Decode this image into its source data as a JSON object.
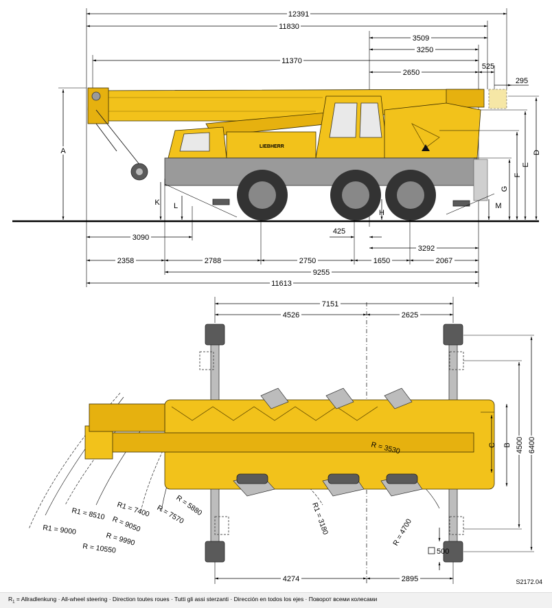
{
  "side_view": {
    "top_dims": [
      "12391",
      "11830",
      "3509",
      "3250",
      "11370",
      "2650",
      "525",
      "295"
    ],
    "vertical_labels": [
      "A",
      "K",
      "L",
      "H",
      "G",
      "F",
      "E",
      "D",
      "M"
    ],
    "bottom_dims": {
      "d3090": "3090",
      "d425": "425",
      "d3292": "3292",
      "d2358": "2358",
      "d2788": "2788",
      "d2750": "2750",
      "d1650": "1650",
      "d2067": "2067",
      "d9255": "9255",
      "d11613": "11613"
    },
    "brand_text": "LIEBHERR"
  },
  "top_view": {
    "dims": {
      "d7151": "7151",
      "d4526": "4526",
      "d2625": "2625",
      "d4274": "4274",
      "d2895": "2895"
    },
    "vertical_labels": {
      "C": "C",
      "B": "B",
      "d4500": "4500",
      "d6400": "6400"
    },
    "radii": {
      "r3530": "R = 3530",
      "r3180": "R1 = 3180",
      "r4700": "R = 4700",
      "r7400": "R1 = 7400",
      "r5880": "R = 5880",
      "r7570": "R = 7570",
      "r8510": "R1 = 8510",
      "r9050": "R = 9050",
      "r9000": "R1 = 9000",
      "r9990": "R = 9990",
      "r10550": "R = 10550"
    },
    "box_label": "500"
  },
  "legend": {
    "prefix": "R",
    "sub": "1",
    "text": " =  Allradlenkung · All-wheel steering · Direction toutes roues · Tutti gli assi sterzanti · Dirección en todos los ejes · Поворот всеми колесами"
  },
  "drawing_code": "S2172.04",
  "colors": {
    "crane_yellow": "#f2c21b",
    "footer_bg": "#f1f1f1"
  }
}
